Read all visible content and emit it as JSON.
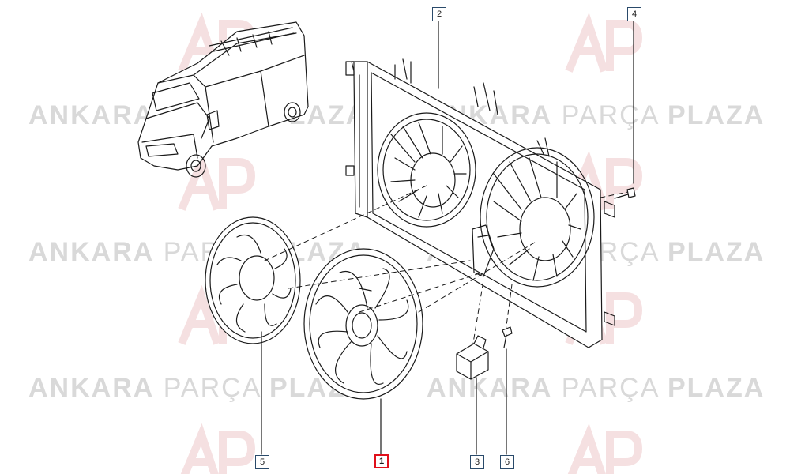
{
  "watermark": {
    "bold_1": "ANKARA",
    "light": "PARÇA",
    "bold_2": "PLAZA"
  },
  "logo_mark": "AP",
  "callouts": [
    {
      "id": "c1",
      "label": "1",
      "highlighted": true
    },
    {
      "id": "c2",
      "label": "2",
      "highlighted": false
    },
    {
      "id": "c3",
      "label": "3",
      "highlighted": false
    },
    {
      "id": "c4",
      "label": "4",
      "highlighted": false
    },
    {
      "id": "c5",
      "label": "5",
      "highlighted": false
    },
    {
      "id": "c6",
      "label": "6",
      "highlighted": false
    }
  ],
  "colors": {
    "line": "#1a1a1a",
    "watermark": "#d9d9d9",
    "logo_red": "#f4c9cb",
    "highlight": "#e0101a",
    "callout_border": "#2a4a6a"
  }
}
